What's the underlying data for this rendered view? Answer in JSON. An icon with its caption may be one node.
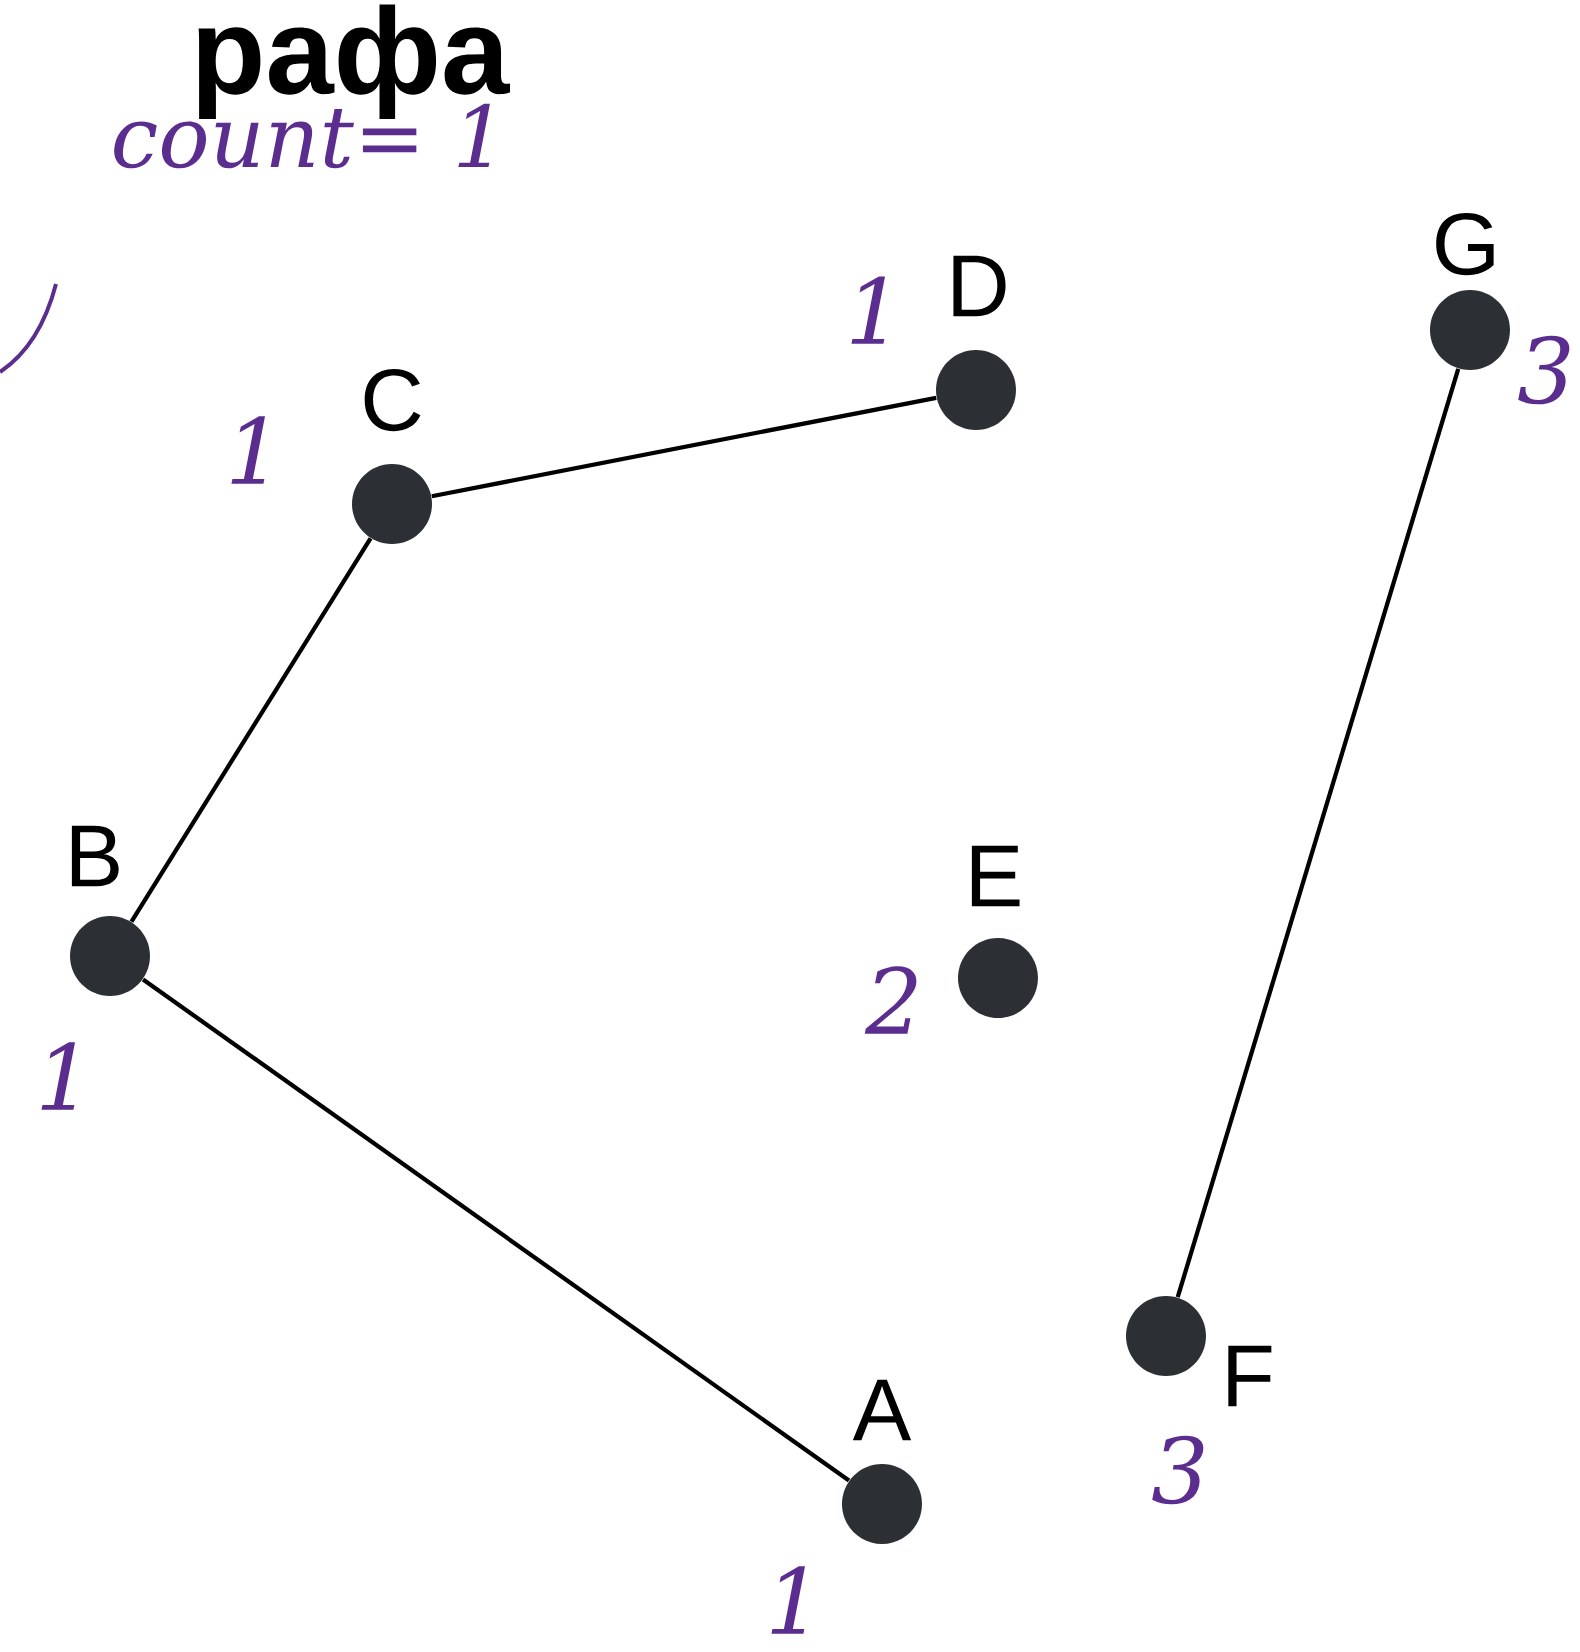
{
  "diagram": {
    "title": "рафа",
    "nodes": [
      {
        "text": [
          "C"
        ],
        "beside": [
          "1"
        ]
      },
      {
        "text": [
          "D"
        ],
        "beside": [
          "1"
        ]
      },
      {
        "text": [
          "G"
        ],
        "beside": [
          "3"
        ]
      },
      {
        "text": [
          "B"
        ],
        "beside": [
          "1"
        ]
      },
      {
        "text": [
          "E"
        ],
        "beside": [
          "2"
        ]
      },
      {
        "text": [
          "F"
        ],
        "beside": [
          "3"
        ]
      },
      {
        "text": [
          "A"
        ],
        "beside": [
          "1"
        ]
      }
    ],
    "edges": [
      {
        "from": 0,
        "to": 1,
        "arrow": "none"
      },
      {
        "from": 3,
        "to": 0,
        "arrow": "none"
      },
      {
        "from": 3,
        "to": 6,
        "arrow": "none"
      },
      {
        "from": 5,
        "to": 2,
        "arrow": "none"
      }
    ],
    "labels": [
      "count= 1"
    ]
  }
}
